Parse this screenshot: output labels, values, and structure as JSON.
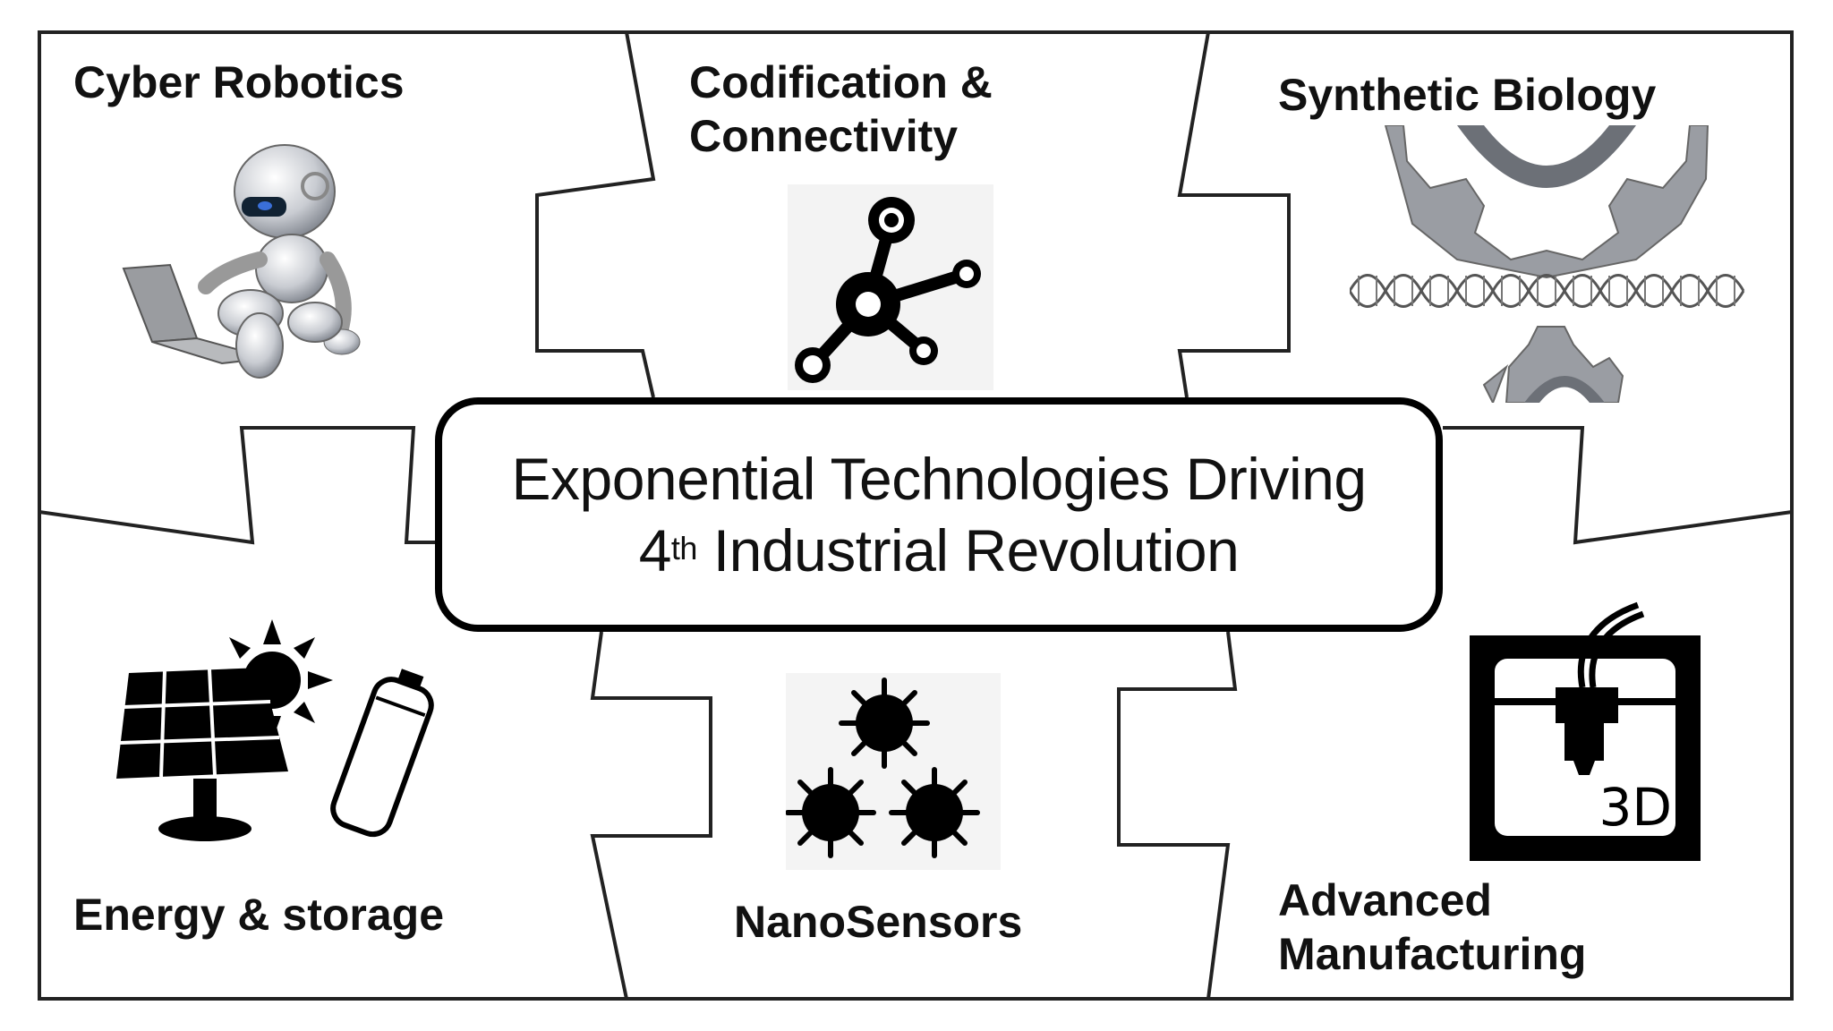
{
  "diagram": {
    "center": {
      "line1": "Exponential Technologies Driving",
      "line2_prefix": "4",
      "line2_sup": "th",
      "line2_rest": " Industrial Revolution"
    },
    "pieces": {
      "cyber_robotics": {
        "label": "Cyber Robotics",
        "icon": "robot-icon"
      },
      "codification": {
        "label_line1": "Codification &",
        "label_line2": "Connectivity",
        "icon": "network-nodes-icon"
      },
      "synthetic_biology": {
        "label": "Synthetic Biology",
        "icon": "gear-dna-icon"
      },
      "energy_storage": {
        "label": "Energy & storage",
        "icon": "solar-panel-battery-icon"
      },
      "nanosensors": {
        "label": "NanoSensors",
        "icon": "nanosensor-particles-icon"
      },
      "advanced_manufacturing": {
        "label_line1": "Advanced",
        "label_line2": "Manufacturing",
        "icon": "3d-printer-icon",
        "icon_text": "3D"
      }
    }
  }
}
